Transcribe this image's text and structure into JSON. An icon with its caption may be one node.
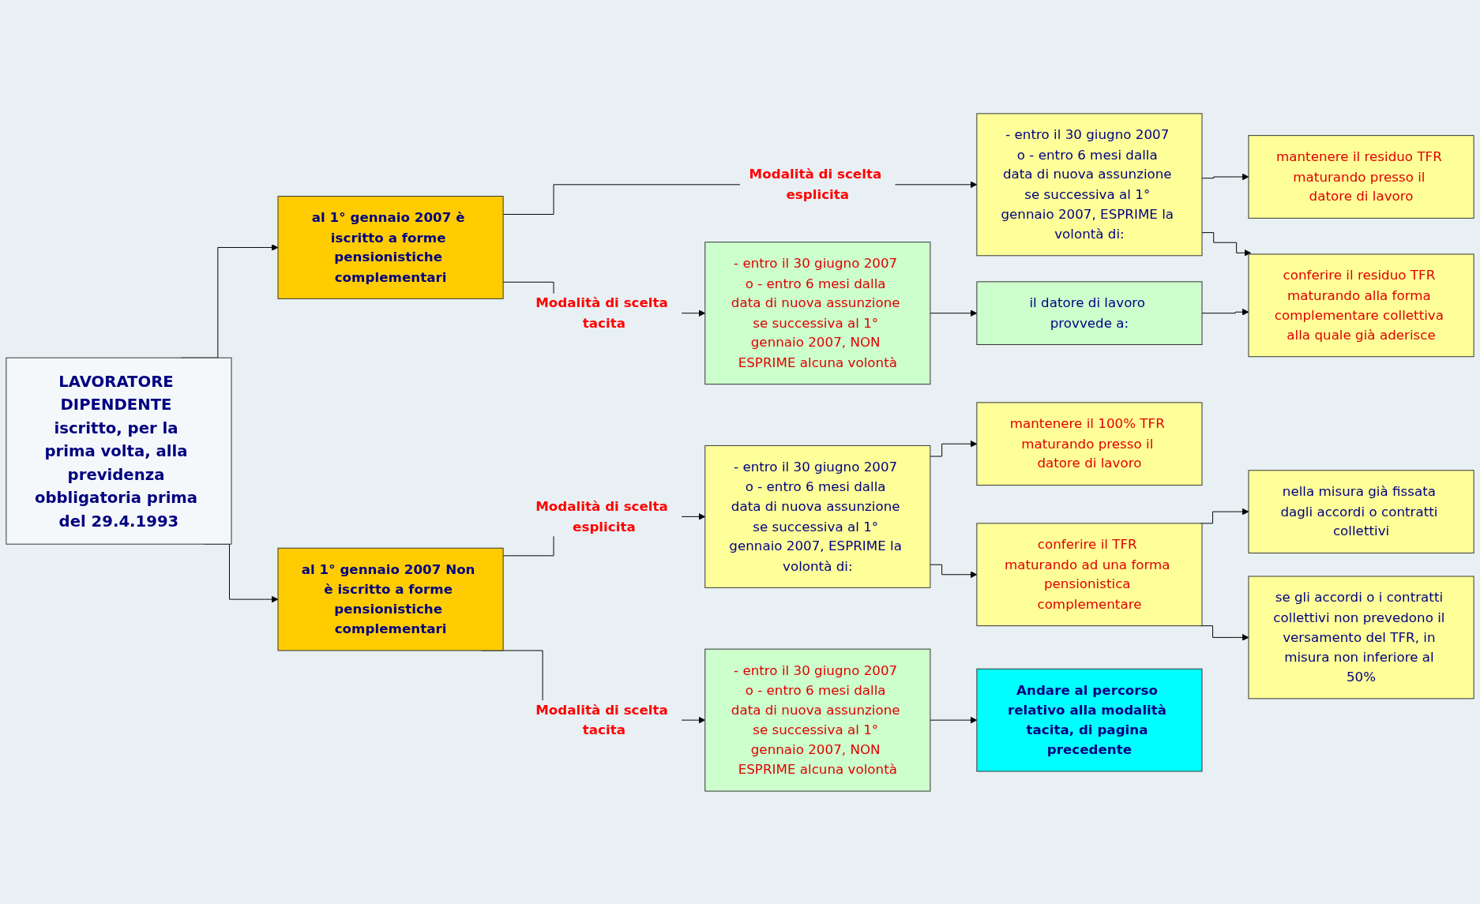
{
  "diagram": {
    "nodes": [
      {
        "text": [
          "LAVORATORE DIPENDENTE iscritto, per la prima volta, alla previdenza obbligatoria prima del 29.4.1993"
        ]
      },
      {
        "text": [
          "al 1° gennaio 2007 è iscritto a forme pensionistiche complementari"
        ]
      },
      {
        "text": [
          "- entro il 30 giugno 2007 o - entro 6 mesi dalla data di nuova assunzione se successiva al 1° gennaio 2007, ESPRIME la volontà di:"
        ]
      },
      {
        "text": [
          "- entro il 30 giugno 2007 o - entro 6 mesi dalla data di nuova assunzione se successiva al 1° gennaio 2007, NON ESPRIME alcuna volontà"
        ]
      },
      {
        "text": [
          "mantenere il residuo TFR maturando presso il datore di lavoro"
        ]
      },
      {
        "text": [
          "conferire il residuo TFR maturando alla forma complementare collettiva alla quale già aderisce"
        ]
      },
      {
        "text": [
          "il datore di lavoro provvede a:"
        ]
      },
      {
        "text": [
          "al 1° gennaio 2007 Non è iscritto a forme pensionistiche complementari"
        ]
      },
      {
        "text": [
          "- entro il 30 giugno 2007 o - entro 6 mesi dalla data di nuova assunzione se successiva al 1° gennaio 2007, ESPRIME la volontà di:"
        ]
      },
      {
        "text": [
          "- entro il 30 giugno 2007 o - entro 6 mesi dalla data di nuova assunzione se successiva al 1° gennaio 2007, NON ESPRIME alcuna volontà"
        ]
      },
      {
        "text": [
          "mantenere il 100% TFR maturando presso il datore di lavoro"
        ]
      },
      {
        "text": [
          "conferire il TFR maturando ad una forma pensionistica complementare"
        ]
      },
      {
        "text": [
          "nella misura già fissata dagli accordi o contratti collettivi"
        ]
      },
      {
        "text": [
          "se gli accordi o i contratti collettivi non prevedono il versamento del TFR, in misura non inferiore al 50%"
        ]
      },
      {
        "text": [
          "Andare al percorso relativo alla modalità tacita, di pagina precedente"
        ]
      }
    ],
    "edges": [
      {
        "from": 0,
        "to": 1,
        "arrow": "to"
      },
      {
        "from": 1,
        "to": 2,
        "arrow": "to",
        "label": "Modalità di scelta esplicita"
      },
      {
        "from": 1,
        "to": 3,
        "arrow": "to",
        "label": "Modalità di scelta tacita"
      },
      {
        "from": 2,
        "to": 4,
        "arrow": "to"
      },
      {
        "from": 2,
        "to": 5,
        "arrow": "to"
      },
      {
        "from": 3,
        "to": 6,
        "arrow": "to"
      },
      {
        "from": 6,
        "to": 5,
        "arrow": "to"
      },
      {
        "from": 0,
        "to": 7,
        "arrow": "to"
      },
      {
        "from": 7,
        "to": 8,
        "arrow": "to",
        "label": "Modalità di scelta esplicita"
      },
      {
        "from": 7,
        "to": 9,
        "arrow": "to",
        "label": "Modalità di scelta tacita"
      },
      {
        "from": 8,
        "to": 10,
        "arrow": "to"
      },
      {
        "from": 8,
        "to": 11,
        "arrow": "to"
      },
      {
        "from": 11,
        "to": 12,
        "arrow": "to"
      },
      {
        "from": 11,
        "to": 13,
        "arrow": "to"
      },
      {
        "from": 9,
        "to": 14,
        "arrow": "to"
      }
    ]
  }
}
